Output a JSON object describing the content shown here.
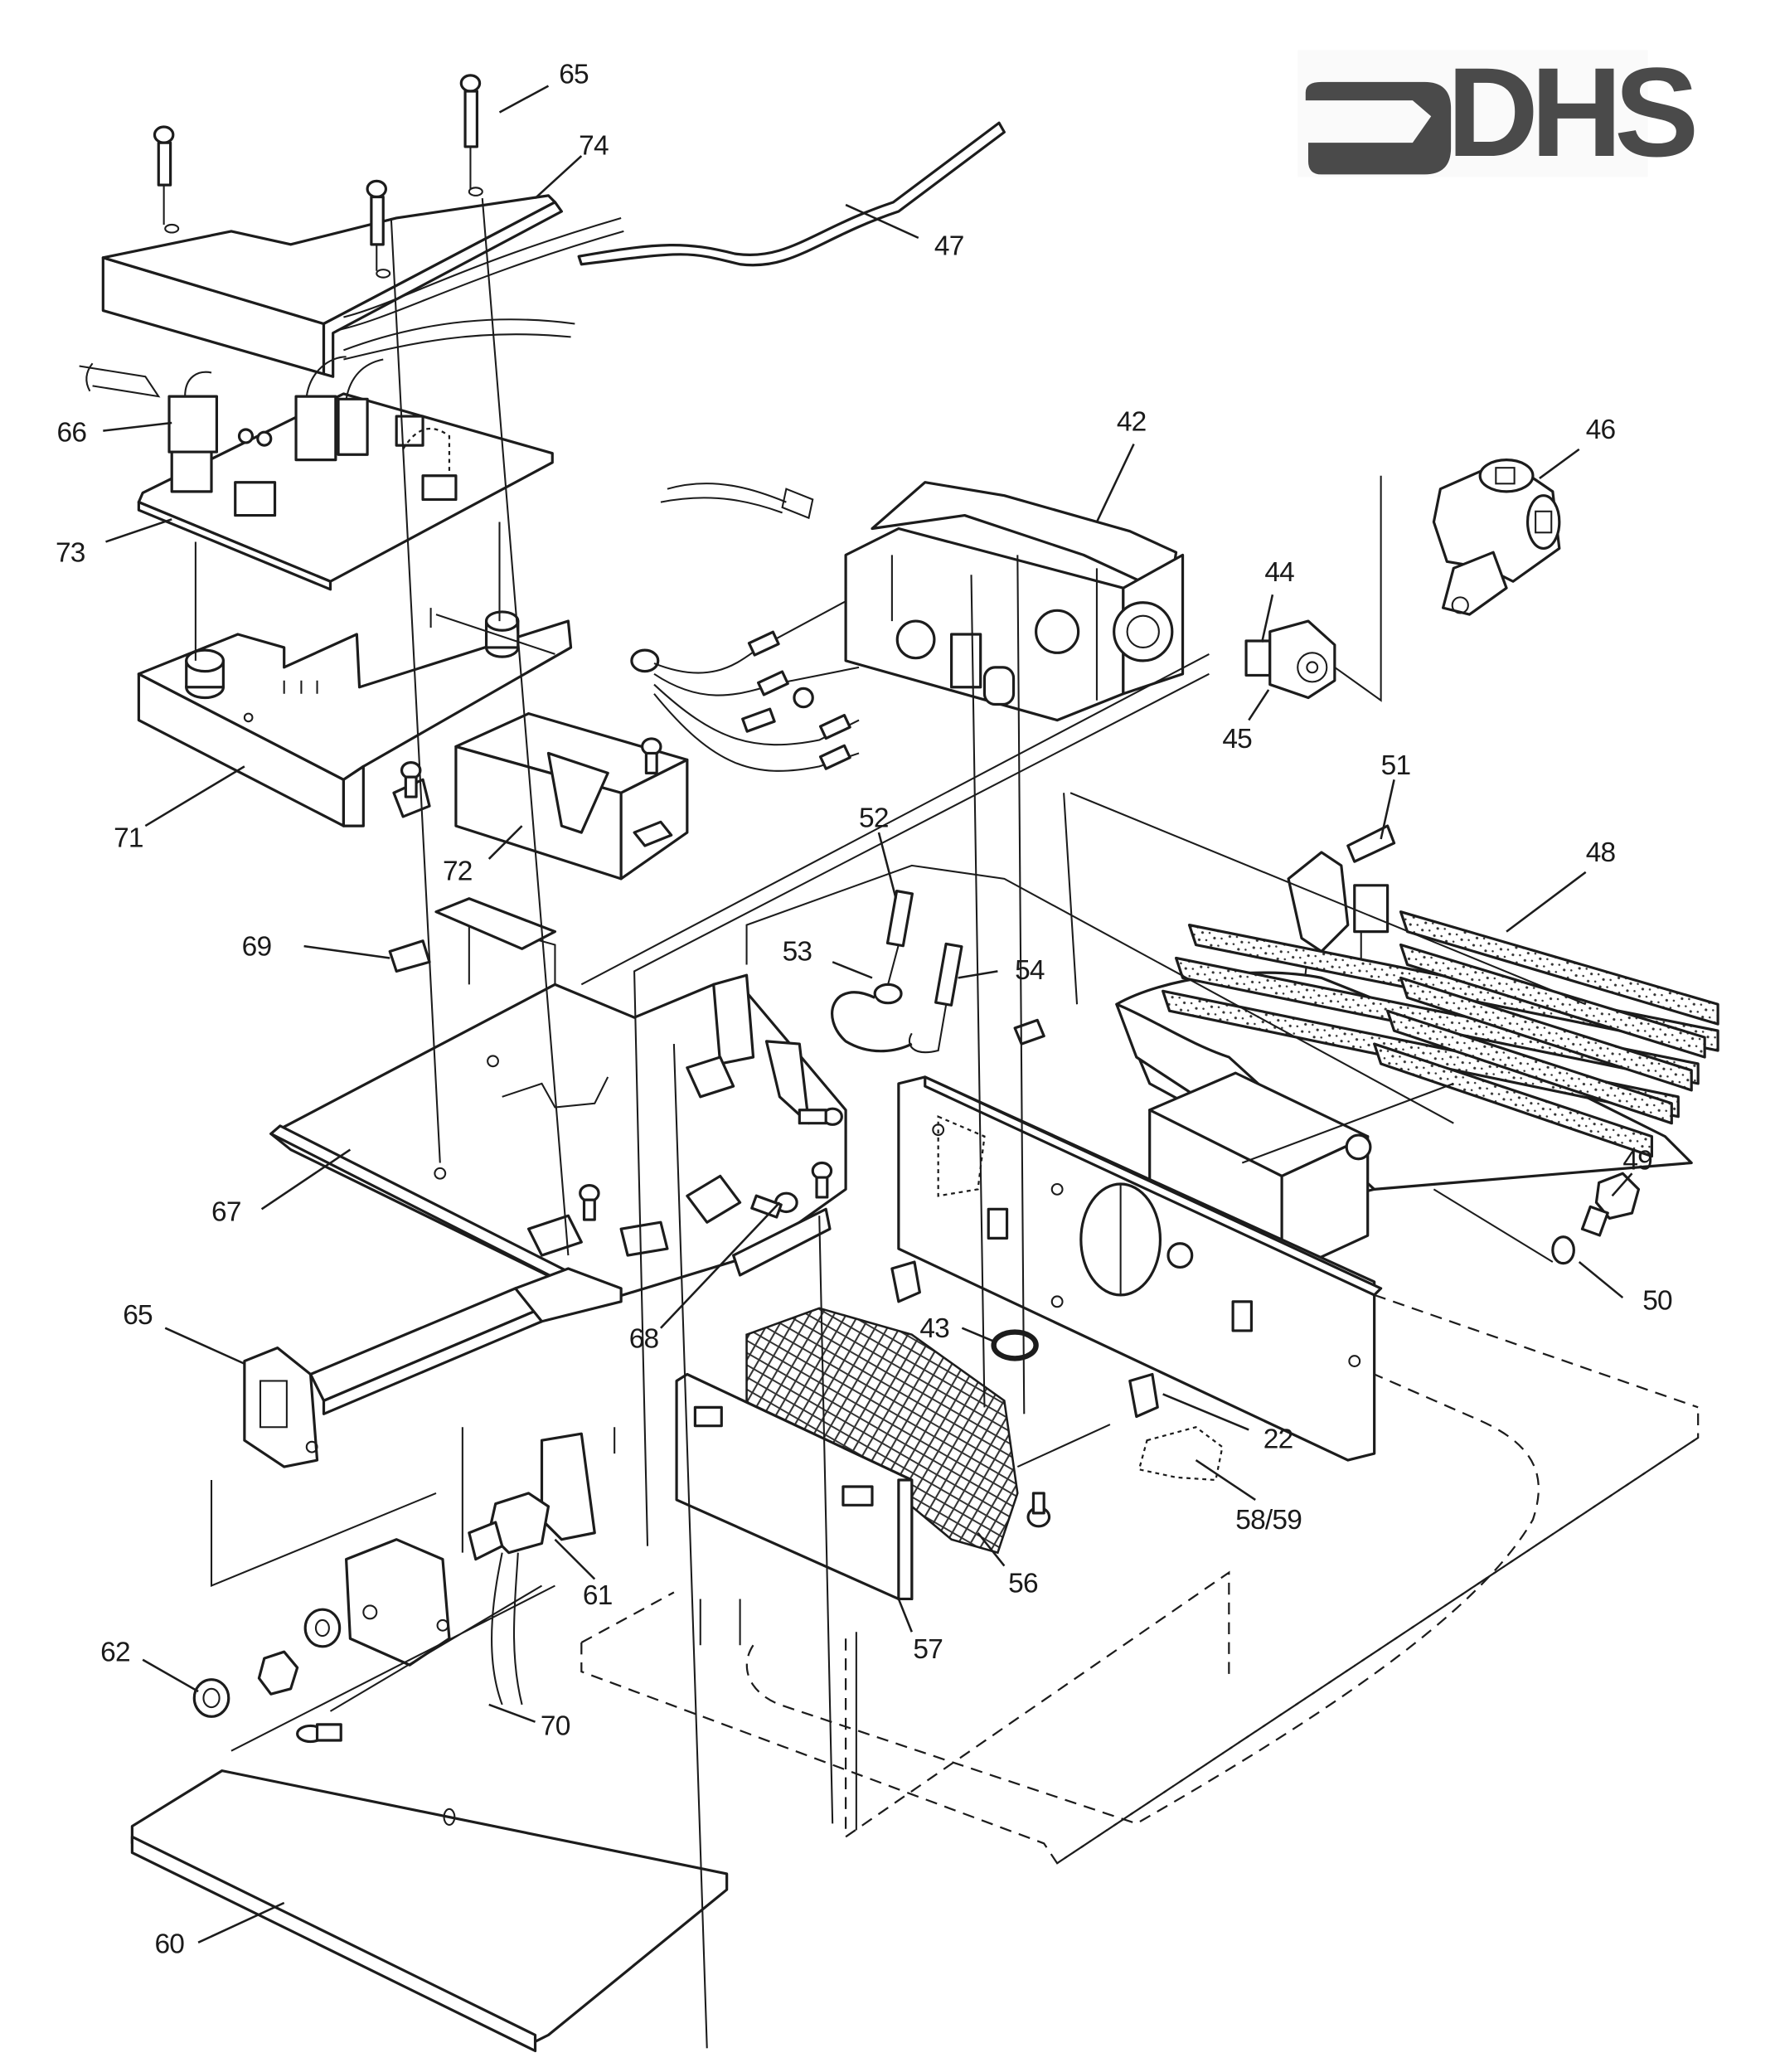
{
  "logo": {
    "text": "DHS",
    "color": "#4a4a4a"
  },
  "diagram": {
    "title": "Exploded parts view",
    "line_color": "#1c1c1c",
    "background": "#ffffff"
  },
  "labels": [
    {
      "id": "65a",
      "text": "65"
    },
    {
      "id": "74",
      "text": "74"
    },
    {
      "id": "47",
      "text": "47"
    },
    {
      "id": "66",
      "text": "66"
    },
    {
      "id": "73",
      "text": "73"
    },
    {
      "id": "42",
      "text": "42"
    },
    {
      "id": "46",
      "text": "46"
    },
    {
      "id": "44",
      "text": "44"
    },
    {
      "id": "45",
      "text": "45"
    },
    {
      "id": "71",
      "text": "71"
    },
    {
      "id": "72",
      "text": "72"
    },
    {
      "id": "51",
      "text": "51"
    },
    {
      "id": "48",
      "text": "48"
    },
    {
      "id": "52",
      "text": "52"
    },
    {
      "id": "69",
      "text": "69"
    },
    {
      "id": "53",
      "text": "53"
    },
    {
      "id": "54",
      "text": "54"
    },
    {
      "id": "67",
      "text": "67"
    },
    {
      "id": "49",
      "text": "49"
    },
    {
      "id": "50",
      "text": "50"
    },
    {
      "id": "68",
      "text": "68"
    },
    {
      "id": "43",
      "text": "43"
    },
    {
      "id": "65b",
      "text": "65"
    },
    {
      "id": "22",
      "text": "22"
    },
    {
      "id": "58_59",
      "text": "58/59"
    },
    {
      "id": "61",
      "text": "61"
    },
    {
      "id": "56",
      "text": "56"
    },
    {
      "id": "57",
      "text": "57"
    },
    {
      "id": "62",
      "text": "62"
    },
    {
      "id": "70",
      "text": "70"
    },
    {
      "id": "60",
      "text": "60"
    }
  ]
}
